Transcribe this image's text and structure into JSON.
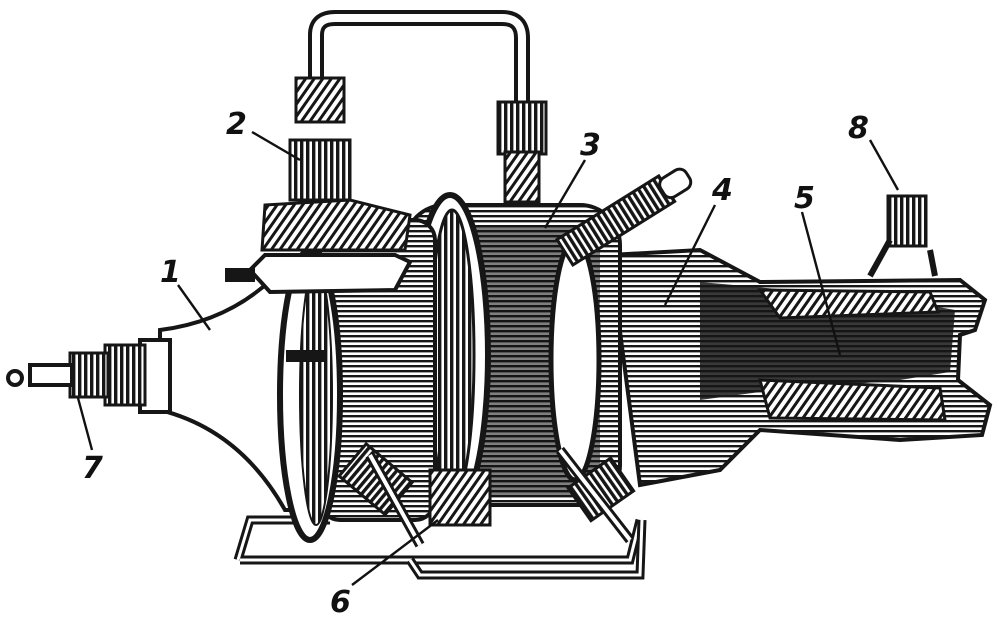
{
  "figure": {
    "description_free": true,
    "callouts": [
      {
        "id": "c1",
        "label": "1"
      },
      {
        "id": "c2",
        "label": "2"
      },
      {
        "id": "c3",
        "label": "3"
      },
      {
        "id": "c4",
        "label": "4"
      },
      {
        "id": "c5",
        "label": "5"
      },
      {
        "id": "c6",
        "label": "6"
      },
      {
        "id": "c7",
        "label": "7"
      },
      {
        "id": "c8",
        "label": "8"
      }
    ]
  },
  "colors": {
    "ink": "#161616",
    "paper": "#ffffff"
  }
}
